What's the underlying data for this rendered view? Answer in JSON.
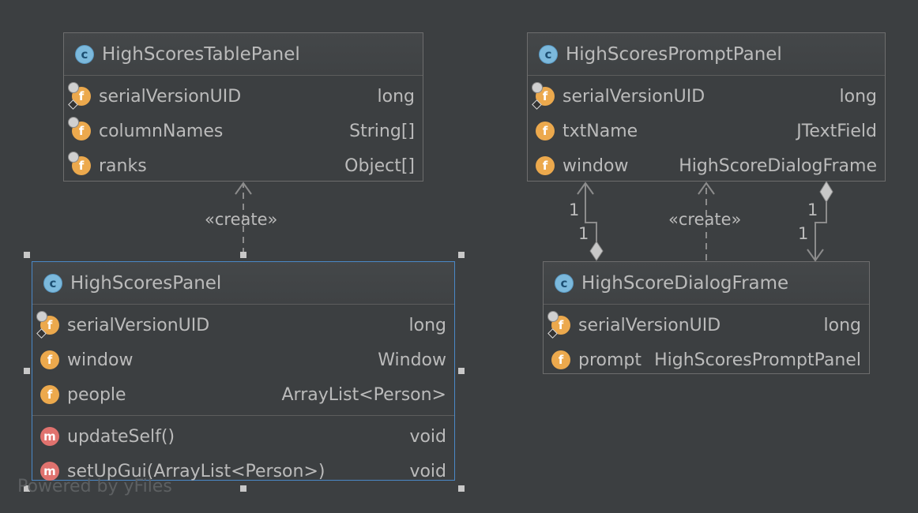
{
  "diagram": {
    "classes": [
      {
        "id": "high_scores_table_panel",
        "title": "HighScoresTablePanel",
        "fields": [
          {
            "name": "serialVersionUID",
            "type": "long",
            "static_final": true
          },
          {
            "name": "columnNames",
            "type": "String[]",
            "static_final": false
          },
          {
            "name": "ranks",
            "type": "Object[]",
            "static_final": false
          }
        ],
        "methods": []
      },
      {
        "id": "high_scores_prompt_panel",
        "title": "HighScoresPromptPanel",
        "fields": [
          {
            "name": "serialVersionUID",
            "type": "long",
            "static_final": true
          },
          {
            "name": "txtName",
            "type": "JTextField",
            "static_final": false
          },
          {
            "name": "window",
            "type": "HighScoreDialogFrame",
            "static_final": false
          }
        ],
        "methods": []
      },
      {
        "id": "high_scores_panel",
        "title": "HighScoresPanel",
        "selected": true,
        "fields": [
          {
            "name": "serialVersionUID",
            "type": "long",
            "static_final": true
          },
          {
            "name": "window",
            "type": "Window",
            "static_final": false
          },
          {
            "name": "people",
            "type": "ArrayList<Person>",
            "static_final": false
          }
        ],
        "methods": [
          {
            "name": "updateSelf()",
            "type": "void"
          },
          {
            "name": "setUpGui(ArrayList<Person>)",
            "type": "void"
          }
        ]
      },
      {
        "id": "high_score_dialog_frame",
        "title": "HighScoreDialogFrame",
        "fields": [
          {
            "name": "serialVersionUID",
            "type": "long",
            "static_final": true
          },
          {
            "name": "prompt",
            "type": "HighScoresPromptPanel",
            "static_final": false
          }
        ],
        "methods": []
      }
    ],
    "edges": [
      {
        "from": "HighScoresPanel",
        "to": "HighScoresTablePanel",
        "kind": "dependency",
        "label": "«create»"
      },
      {
        "from": "HighScoreDialogFrame",
        "to": "HighScoresPromptPanel",
        "kind": "dependency",
        "label": "«create»"
      },
      {
        "from": "HighScoreDialogFrame",
        "to": "HighScoresPromptPanel",
        "kind": "composition",
        "from_mult": "1",
        "to_mult": "1"
      },
      {
        "from": "HighScoresPromptPanel",
        "to": "HighScoreDialogFrame",
        "kind": "composition",
        "from_mult": "1",
        "to_mult": "1"
      }
    ],
    "icons": {
      "class_icon": "class-c-icon",
      "field_icon": "field-f-icon",
      "method_icon": "method-m-icon",
      "static_final_marker": "lock-icon"
    },
    "colors": {
      "background": "#3c3f41",
      "border": "#6d6d6d",
      "selected_border": "#4a88c7",
      "text": "#bbbbbb",
      "class_icon": "#7cb9dc",
      "field_icon": "#eca94d",
      "method_icon": "#e0726e"
    }
  },
  "icon_letters": {
    "class": "c",
    "field": "f",
    "method": "m"
  },
  "watermark": "Powered by yFiles"
}
